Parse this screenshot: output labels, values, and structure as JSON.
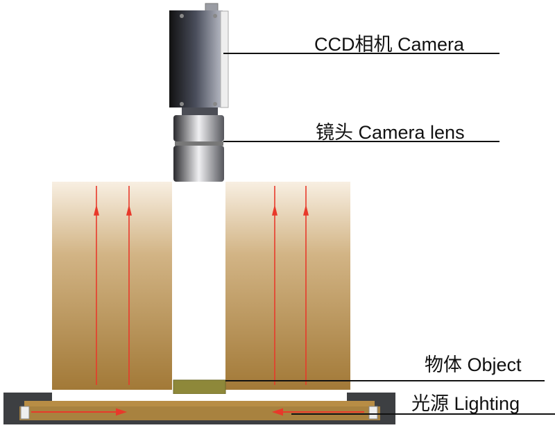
{
  "labels": {
    "camera": "CCD相机 Camera",
    "lens": "镜头 Camera lens",
    "object": "物体 Object",
    "lighting": "光源 Lighting"
  },
  "colors": {
    "light_brown": "#a47b3c",
    "object": "#8e883a",
    "arrow": "#e8392a",
    "frame": "#3d3f42"
  }
}
